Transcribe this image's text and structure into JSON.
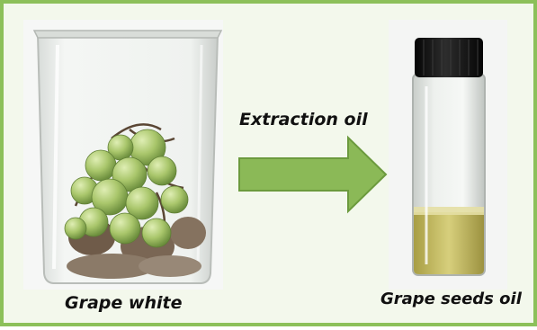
{
  "figure": {
    "left_caption": "Grape white",
    "right_caption": "Grape seeds oil",
    "arrow_caption": "Extraction oil"
  },
  "colors": {
    "frame_border": "#8cc05a",
    "arrow_fill": "#8bb957",
    "oil": "#c9c064",
    "grape": "#a9c66b",
    "vial_cap": "#151515"
  }
}
